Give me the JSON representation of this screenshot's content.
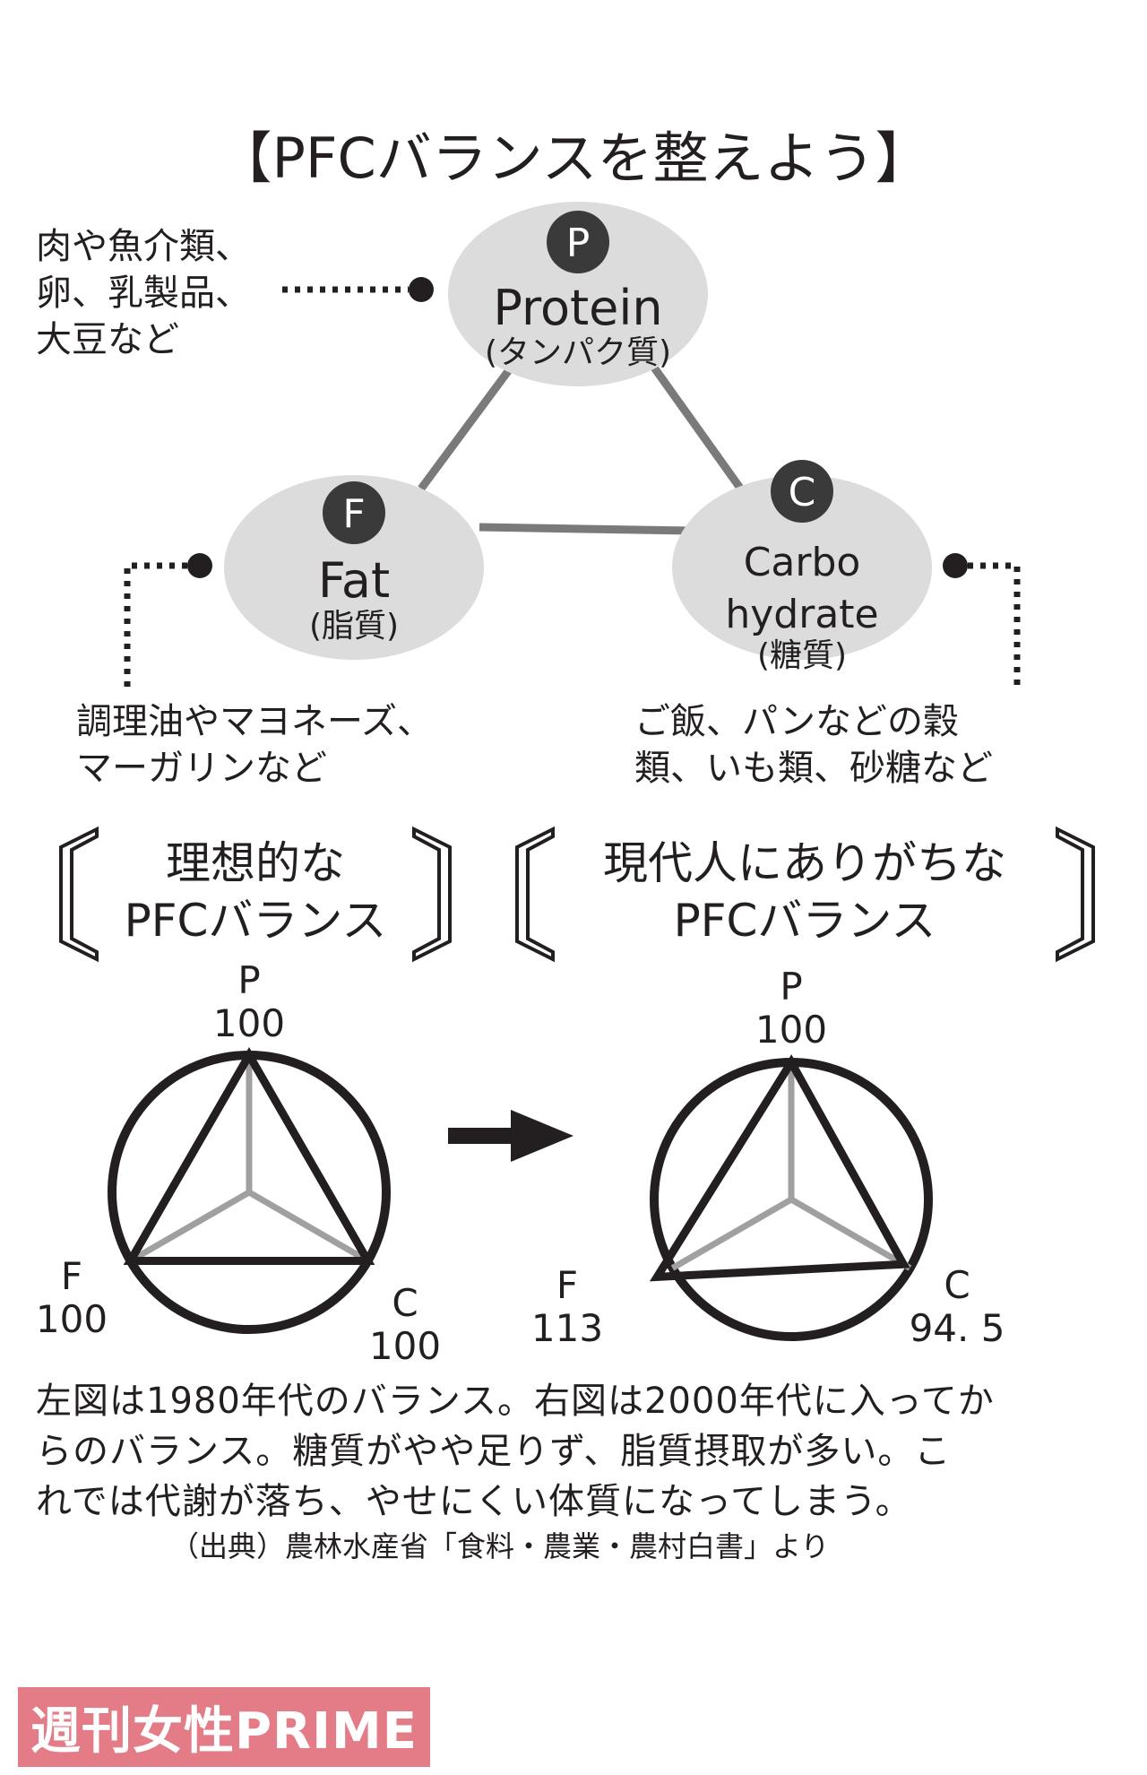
{
  "title": "【PFCバランスを整えよう】",
  "nodes": {
    "protein": {
      "letter": "P",
      "name": "Protein",
      "jp": "(タンパク質)",
      "sources": [
        "肉や魚介類、",
        "卵、乳製品、",
        "大豆など"
      ]
    },
    "fat": {
      "letter": "F",
      "name": "Fat",
      "jp": "(脂質)",
      "sources": [
        "調理油やマヨネーズ、",
        "マーガリンなど"
      ]
    },
    "carb": {
      "letter": "C",
      "name_line1": "Carbo",
      "name_line2": "hydrate",
      "jp": "(糖質)",
      "sources": [
        "ご飯、パンなどの穀",
        "類、いも類、砂糖など"
      ]
    }
  },
  "ideal": {
    "heading": [
      "理想的な",
      "PFCバランス"
    ],
    "p": {
      "label": "P",
      "value": "100"
    },
    "f": {
      "label": "F",
      "value": "100"
    },
    "c": {
      "label": "C",
      "value": "100"
    },
    "values": {
      "P": 100,
      "F": 100,
      "C": 100
    }
  },
  "modern": {
    "heading": [
      "現代人にありがちな",
      "PFCバランス"
    ],
    "p": {
      "label": "P",
      "value": "100"
    },
    "f": {
      "label": "F",
      "value": "113"
    },
    "c": {
      "label": "C",
      "value": "94. 5"
    },
    "values": {
      "P": 100,
      "F": 113,
      "C": 94.5
    }
  },
  "caption": [
    "左図は1980年代のバランス。右図は2000年代に入ってか",
    "らのバランス。糖質がやや足りず、脂質摂取が多い。こ",
    "れでは代謝が落ち、やせにくい体質になってしまう。"
  ],
  "source": "（出典）農林水産省「食料・農業・農村白書」より",
  "watermark": "週刊女性PRIME",
  "colors": {
    "ink": "#231f20",
    "ellipse": "#dcdcdc",
    "connector": "#7a7a7a",
    "spoke": "#a0a0a0",
    "badge": "#3a3a3a",
    "watermark": "#d63646"
  }
}
